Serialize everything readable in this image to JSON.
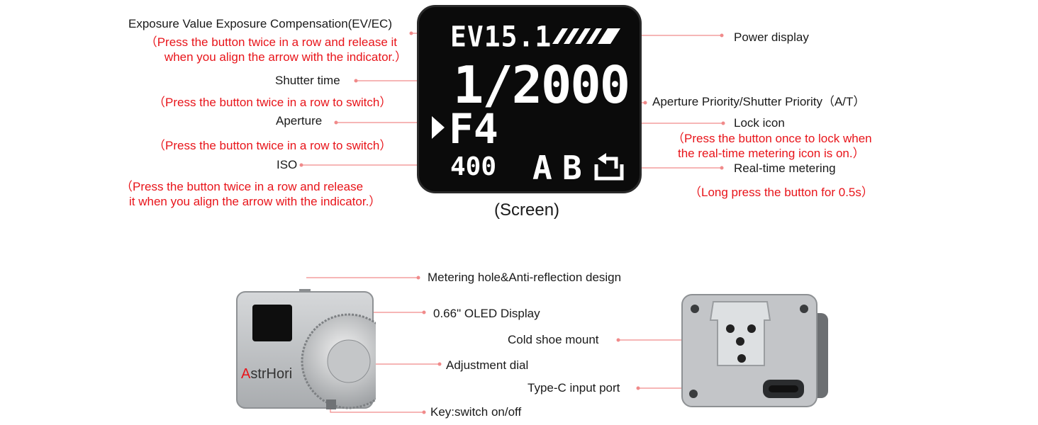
{
  "screen": {
    "ev_text": "EV15.1",
    "shutter_text": "1/2000",
    "aperture_text": "F4",
    "iso_text": "400",
    "mode_a": "A",
    "mode_b": "B",
    "caption": "(Screen)"
  },
  "labels": {
    "ev": "Exposure Value Exposure Compensation(EV/EC)",
    "ev_note_1": "（Press the button twice in a row and release it",
    "ev_note_2": "when you align the arrow with the indicator.）",
    "shutter": "Shutter time",
    "shutter_note": "（Press the button twice in a row to switch）",
    "aperture": "Aperture",
    "aperture_note": "（Press the button twice in a row to switch）",
    "iso": "ISO",
    "iso_note_1": "（Press the button twice in a row and release",
    "iso_note_2": "it when you align the arrow with the indicator.）",
    "power": "Power display",
    "priority": "Aperture Priority/Shutter Priority（A/T）",
    "lock": "Lock icon",
    "lock_note_1": "（Press the button once to lock when",
    "lock_note_2": "the real-time metering icon is on.）",
    "metering": "Real-time metering",
    "metering_note": "（Long press the button for 0.5s）",
    "metering_hole": "Metering hole&Anti-reflection design",
    "oled": "0.66\" OLED Display",
    "dial": "Adjustment dial",
    "key": "Key:switch on/off",
    "cold_shoe": "Cold shoe mount",
    "typec": "Type-C input port"
  },
  "device": {
    "brand": "AstrHori"
  },
  "colors": {
    "note_red": "#e8141a",
    "leader": "#f08a8a",
    "screen_bg": "#0b0b0b",
    "device_body": "#c9cbcd"
  }
}
